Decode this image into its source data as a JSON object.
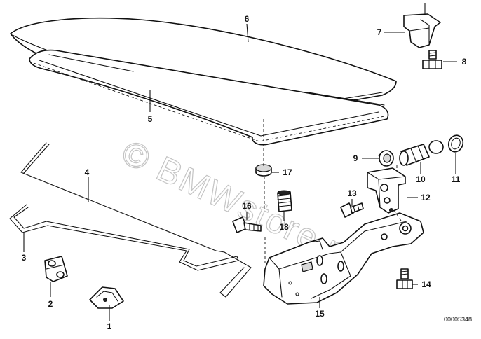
{
  "watermark": "© BMWstore.pl",
  "part_number": "00005348",
  "callouts": {
    "c1": "1",
    "c2": "2",
    "c3": "3",
    "c4": "4",
    "c5": "5",
    "c6": "6",
    "c7": "7",
    "c8": "8",
    "c9": "9",
    "c10": "10",
    "c11": "11",
    "c12": "12",
    "c13": "13",
    "c14": "14",
    "c15": "15",
    "c16": "16",
    "c17": "17",
    "c18": "18"
  }
}
